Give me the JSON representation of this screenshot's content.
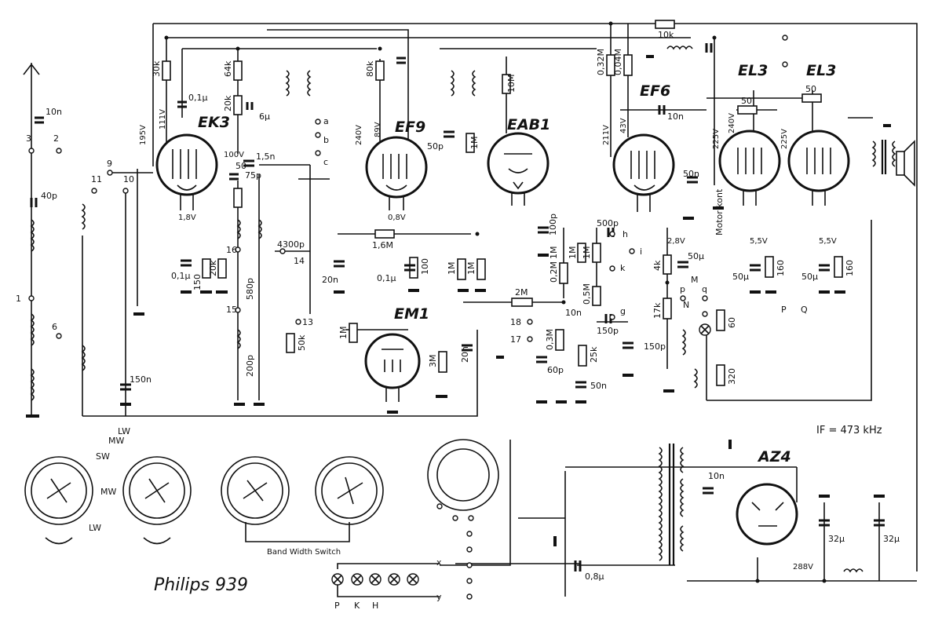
{
  "title": "Philips 939",
  "if_note": "IF = 473 kHz",
  "band_width_switch": "Band Width Switch",
  "band_labels": [
    "LW",
    "MW",
    "SW",
    "MW",
    "LW"
  ],
  "tubes": {
    "ek3": "EK3",
    "ef9": "EF9",
    "eab1": "EAB1",
    "ef6": "EF6",
    "el3_a": "EL3",
    "el3_b": "EL3",
    "em1": "EM1",
    "az4": "AZ4"
  },
  "voltages": [
    "195V",
    "111V",
    "1,8V",
    "100V",
    "240V",
    "89V",
    "0,8V",
    "211V",
    "43V",
    "2,8V",
    "225V",
    "240V",
    "225V",
    "5,5V",
    "5,5V",
    "288V"
  ],
  "resistors": [
    "30k",
    "64k",
    "20k",
    "80k",
    "10M",
    "1M",
    "1,6M",
    "100",
    "50",
    "20k",
    "150",
    "1M",
    "1M",
    "1M",
    "3M",
    "1M",
    "2M",
    "0,2M",
    "1M",
    "1M",
    "0,5M",
    "0,3M",
    "25k",
    "0,32M",
    "0,04M",
    "4k",
    "17k",
    "50",
    "50",
    "160",
    "160",
    "60",
    "320",
    "10k",
    "50k"
  ],
  "capacitors": [
    "10n",
    "40p",
    "0,1µ",
    "6µ",
    "1,5n",
    "75p",
    "0,1µ",
    "50p",
    "10n",
    "50n",
    "100p",
    "500p",
    "50µ",
    "150p",
    "50µ",
    "50µ",
    "10n",
    "60p",
    "50n",
    "20n",
    "0,1µ",
    "20n",
    "150n",
    "4300p",
    "580p",
    "200p",
    "150p",
    "10n",
    "32µ",
    "32µ",
    "0,8µ"
  ],
  "terminals": [
    "1",
    "2",
    "3",
    "6",
    "9",
    "10",
    "11",
    "13",
    "14",
    "15",
    "16",
    "17",
    "18",
    "a",
    "b",
    "c",
    "g",
    "h",
    "k",
    "i",
    "p",
    "q",
    "M",
    "N",
    "P",
    "Q",
    "x",
    "y"
  ],
  "lamps": [
    "P",
    "K",
    "H"
  ],
  "motor": "Motor kont"
}
